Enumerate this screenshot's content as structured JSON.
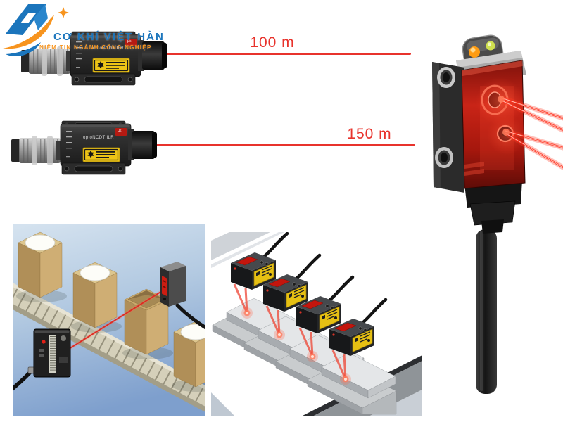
{
  "logo": {
    "company": "CƠ KHÍ VIỆT HÀN",
    "tagline": "NIỀM TIN NGÀNH CÔNG NGHIỆP",
    "colors": {
      "blue": "#1b75bc",
      "orange": "#f7941e"
    }
  },
  "measurements": {
    "top": {
      "label": "100 m"
    },
    "bottom": {
      "label": "150 m"
    }
  },
  "devices": {
    "top": {
      "brand": "optoNCDT ILR",
      "maker_mark": "µε"
    },
    "bottom": {
      "brand": "optoNCDT ILR",
      "maker_mark": "µε"
    }
  },
  "colors": {
    "laser_red": "#e8332c",
    "warning_label_yellow": "#edc416",
    "sensor_body_dark": "#232323",
    "photo_sensor_red_window": "#c0190f",
    "illustration_sky_blue_top": "#d4e2ef",
    "illustration_sky_blue_bottom": "#7e9fcd",
    "carton_tan": "#cfae74"
  }
}
